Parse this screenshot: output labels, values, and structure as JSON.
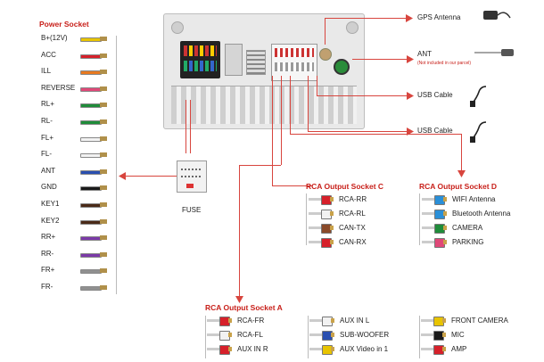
{
  "power_socket": {
    "title": "Power Socket",
    "items": [
      {
        "label": "B+(12V)",
        "color": "#e8c400"
      },
      {
        "label": "ACC",
        "color": "#d6202a"
      },
      {
        "label": "ILL",
        "color": "#e87a20"
      },
      {
        "label": "REVERSE",
        "color": "#e04878"
      },
      {
        "label": "RL+",
        "color": "#1f8c3a"
      },
      {
        "label": "RL-",
        "color": "#1f8c3a"
      },
      {
        "label": "FL+",
        "color": "#f2f2f2"
      },
      {
        "label": "FL-",
        "color": "#f2f2f2"
      },
      {
        "label": "ANT",
        "color": "#2a4fb0"
      },
      {
        "label": "GND",
        "color": "#1a1a1a"
      },
      {
        "label": "KEY1",
        "color": "#4a2a18"
      },
      {
        "label": "KEY2",
        "color": "#4a2a18"
      },
      {
        "label": "RR+",
        "color": "#7b3aa8"
      },
      {
        "label": "RR-",
        "color": "#7b3aa8"
      },
      {
        "label": "FR+",
        "color": "#909090"
      },
      {
        "label": "FR-",
        "color": "#909090"
      }
    ]
  },
  "fuse": {
    "label": "FUSE"
  },
  "right_side": {
    "gps": "GPS Antenna",
    "ant": "ANT",
    "ant_note": "(Not included in our parcel)",
    "usb1": "USB Cable",
    "usb2": "USB Cable"
  },
  "rca_c": {
    "title": "RCA Output Socket C",
    "items": [
      {
        "label": "RCA-RR",
        "color": "#d6202a"
      },
      {
        "label": "RCA-RL",
        "color": "#f2f2f2"
      },
      {
        "label": "CAN-TX",
        "color": "#8a4a2a"
      },
      {
        "label": "CAN-RX",
        "color": "#d6202a"
      }
    ]
  },
  "rca_d": {
    "title": "RCA Output Socket D",
    "items": [
      {
        "label": "WIFI Antenna",
        "color": "#2a8fd8"
      },
      {
        "label": "Bluetooth Antenna",
        "color": "#2a8fd8"
      },
      {
        "label": "CAMERA",
        "color": "#1f8c3a"
      },
      {
        "label": "PARKING",
        "color": "#e04878"
      }
    ]
  },
  "rca_a": {
    "title": "RCA Output Socket A",
    "col1": [
      {
        "label": "RCA-FR",
        "color": "#d6202a"
      },
      {
        "label": "RCA-FL",
        "color": "#f2f2f2"
      },
      {
        "label": "AUX IN R",
        "color": "#d6202a"
      }
    ],
    "col2": [
      {
        "label": "AUX IN L",
        "color": "#f2f2f2"
      },
      {
        "label": "SUB-WOOFER",
        "color": "#2a4fb0"
      },
      {
        "label": "AUX Video in 1",
        "color": "#e8c400"
      }
    ],
    "col3": [
      {
        "label": "FRONT CAMERA",
        "color": "#e8c400"
      },
      {
        "label": "MIC",
        "color": "#1a1a1a"
      },
      {
        "label": "AMP",
        "color": "#d6202a"
      }
    ]
  },
  "colors": {
    "accent": "#c8201a",
    "line": "#d8453e"
  }
}
